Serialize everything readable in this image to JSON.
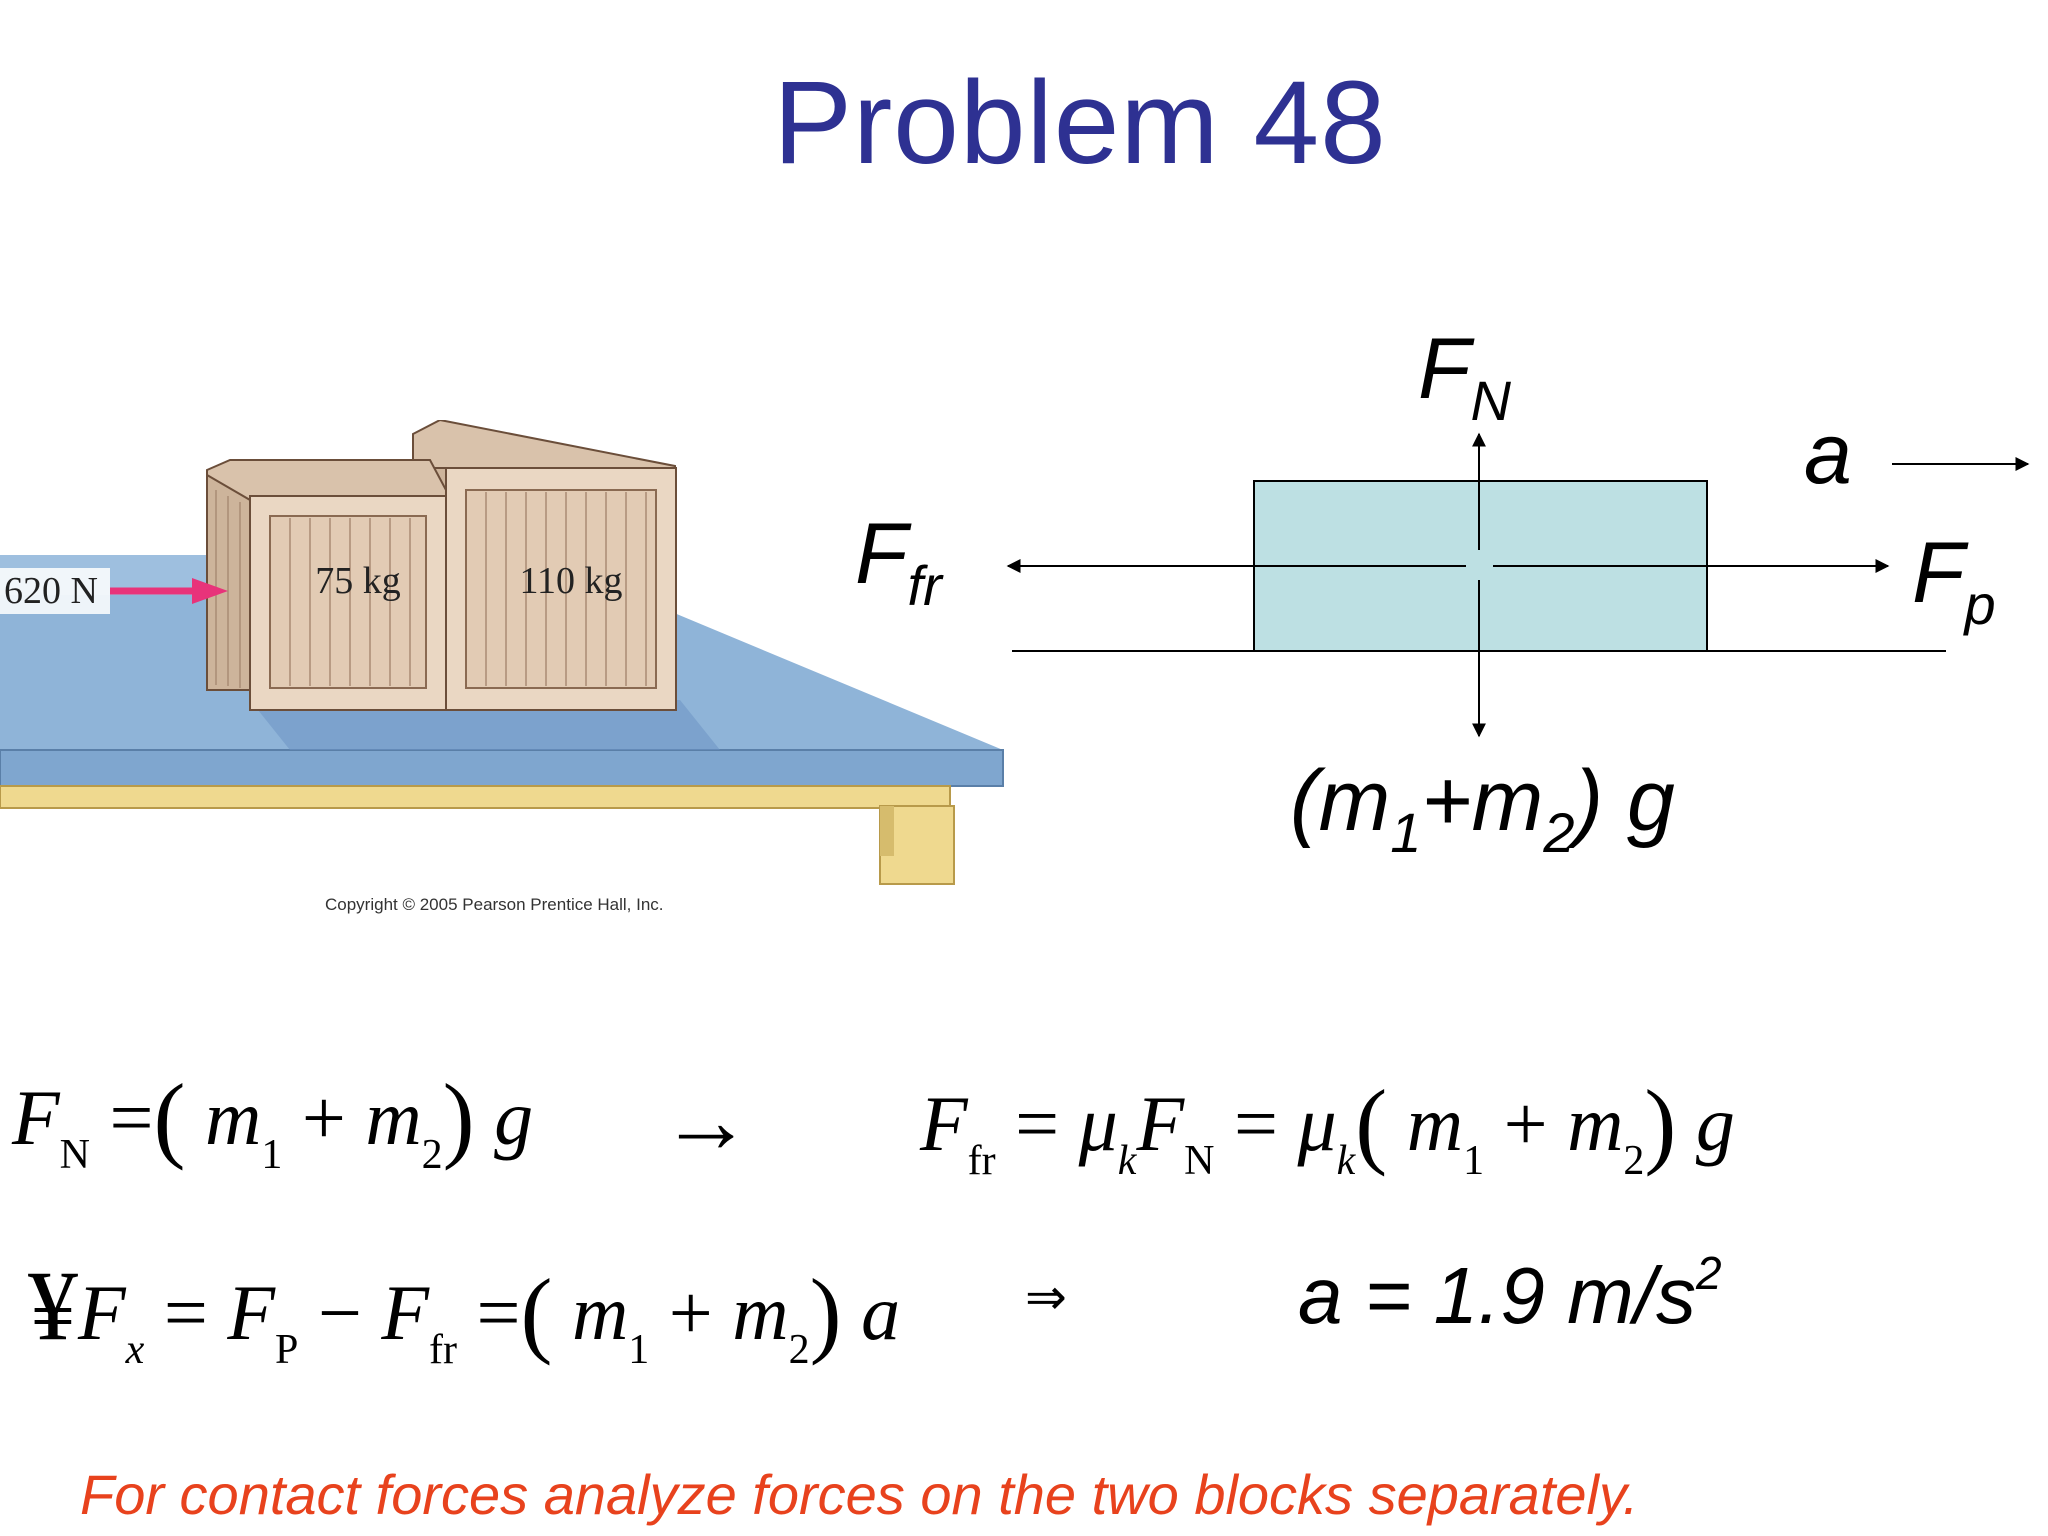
{
  "title": "Problem 48",
  "illustration": {
    "applied_force_label": "620 N",
    "crate1_label": "75 kg",
    "crate2_label": "110 kg",
    "copyright": "Copyright © 2005 Pearson Prentice Hall, Inc.",
    "colors": {
      "force_arrow": "#e8337a",
      "table_top": "#8fb4d8",
      "table_edge": "#7fa6cf",
      "table_leg": "#efd98f",
      "crate_wood": "#ead7c3",
      "crate_outline": "#6b4e3a"
    }
  },
  "free_body_diagram": {
    "normal_force": {
      "symbol": "F",
      "subscript": "N"
    },
    "friction_force": {
      "symbol": "F",
      "subscript": "fr"
    },
    "push_force": {
      "symbol": "F",
      "subscript": "p"
    },
    "acceleration": {
      "symbol": "a"
    },
    "weight": {
      "prefix": "(m",
      "sub1": "1",
      "mid": "+m",
      "sub2": "2",
      "suffix": ") g"
    },
    "box_color": "#bde0e3"
  },
  "equations": {
    "eq1": {
      "lhs": "F",
      "lhs_sub": "N",
      "eq": "=",
      "m": "m",
      "sub1": "1",
      "plus": "+",
      "sub2": "2",
      "g": "g"
    },
    "arrow": "→",
    "eq2": {
      "F": "F",
      "fr": "fr",
      "eq": "=",
      "mu": "μ",
      "k": "k",
      "N": "N",
      "m": "m",
      "sub1": "1",
      "plus": "+",
      "sub2": "2",
      "g": "g"
    },
    "eq3": {
      "sigma": "¥",
      "F": "F",
      "x": "x",
      "eq": "=",
      "P": "P",
      "minus": "−",
      "fr": "fr",
      "m": "m",
      "sub1": "1",
      "plus": "+",
      "sub2": "2",
      "a": "a",
      "glyph": "⇒"
    },
    "result": {
      "text": "a = 1.9 m/s",
      "exp": "2"
    }
  },
  "note": "For contact forces analyze forces on the two blocks separately."
}
